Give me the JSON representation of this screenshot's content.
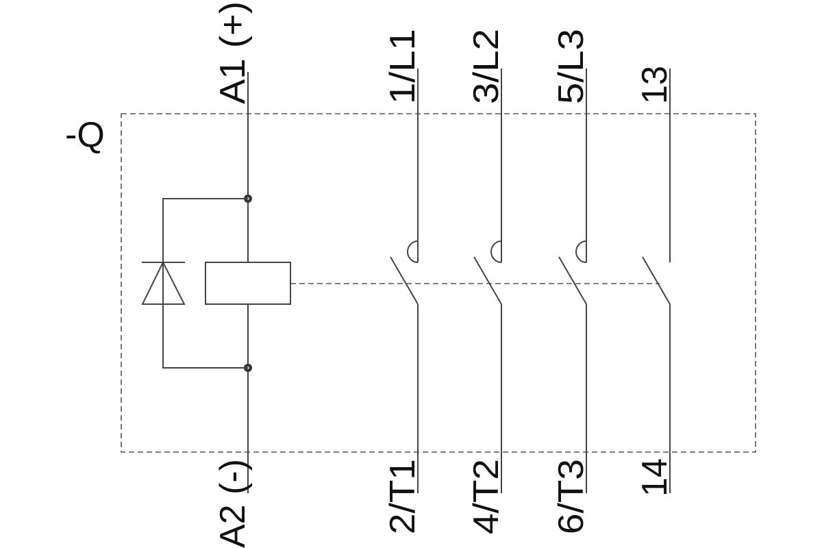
{
  "device_label": "-Q",
  "coil": {
    "top_terminal": "A1 (+)",
    "bottom_terminal": "A2 (-)"
  },
  "poles": [
    {
      "top": "1/L1",
      "bottom": "2/T1",
      "type": "main-contact-no"
    },
    {
      "top": "3/L2",
      "bottom": "4/T2",
      "type": "main-contact-no"
    },
    {
      "top": "5/L3",
      "bottom": "6/T3",
      "type": "main-contact-no"
    },
    {
      "top": "13",
      "bottom": "14",
      "type": "auxiliary-contact-no"
    }
  ],
  "colors": {
    "line": "#444444",
    "text": "#111111"
  }
}
